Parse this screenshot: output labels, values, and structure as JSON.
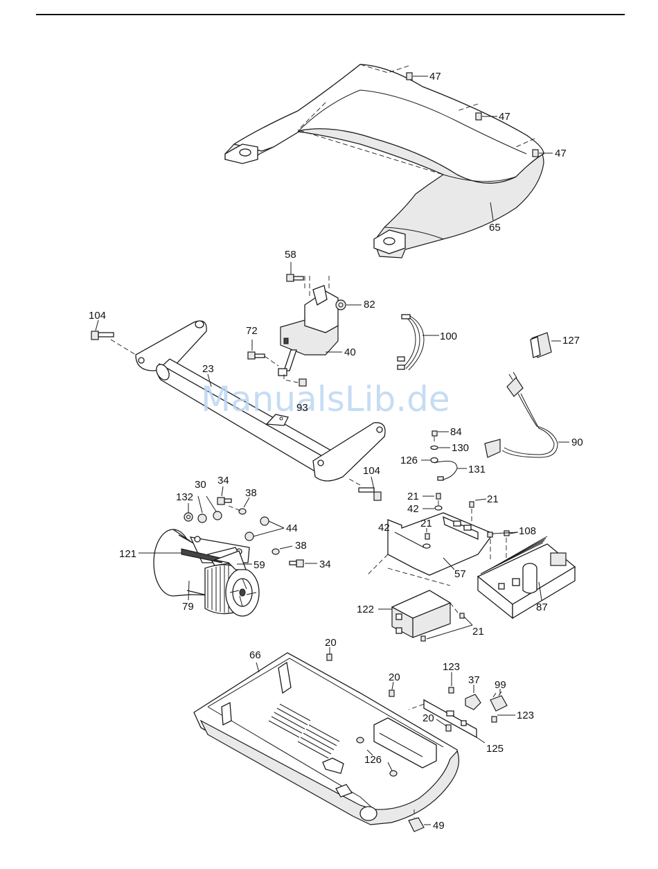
{
  "watermark": "ManualsLib.de",
  "labels": {
    "l47a": "47",
    "l47b": "47",
    "l47c": "47",
    "l65": "65",
    "l58": "58",
    "l82": "82",
    "l104a": "104",
    "l72": "72",
    "l40": "40",
    "l100": "100",
    "l127": "127",
    "l23": "23",
    "l93": "93",
    "l90": "90",
    "l84": "84",
    "l130": "130",
    "l126a": "126",
    "l131": "131",
    "l104b": "104",
    "l30": "30",
    "l34a": "34",
    "l132": "132",
    "l38a": "38",
    "l44": "44",
    "l38b": "38",
    "l121": "121",
    "l59": "59",
    "l34b": "34",
    "l79": "79",
    "l21a": "21",
    "l21b": "21",
    "l42a": "42",
    "l42b": "42",
    "l21c": "21",
    "l108": "108",
    "l57": "57",
    "l87": "87",
    "l122": "122",
    "l21d": "21",
    "l20a": "20",
    "l66": "66",
    "l20b": "20",
    "l123a": "123",
    "l37": "37",
    "l99": "99",
    "l123b": "123",
    "l20c": "20",
    "l125": "125",
    "l126b": "126",
    "l49": "49"
  }
}
